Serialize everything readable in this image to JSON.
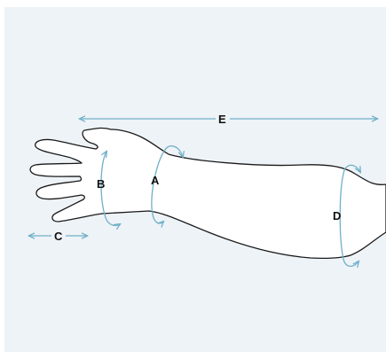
{
  "labels": {
    "a": "A",
    "b": "B",
    "c": "C",
    "d": "D",
    "e": "E"
  },
  "colors": {
    "background": "#eef3f7",
    "arm_fill": "#ffffff",
    "outline": "#1a1a1a",
    "measure": "#6fb0c8"
  }
}
